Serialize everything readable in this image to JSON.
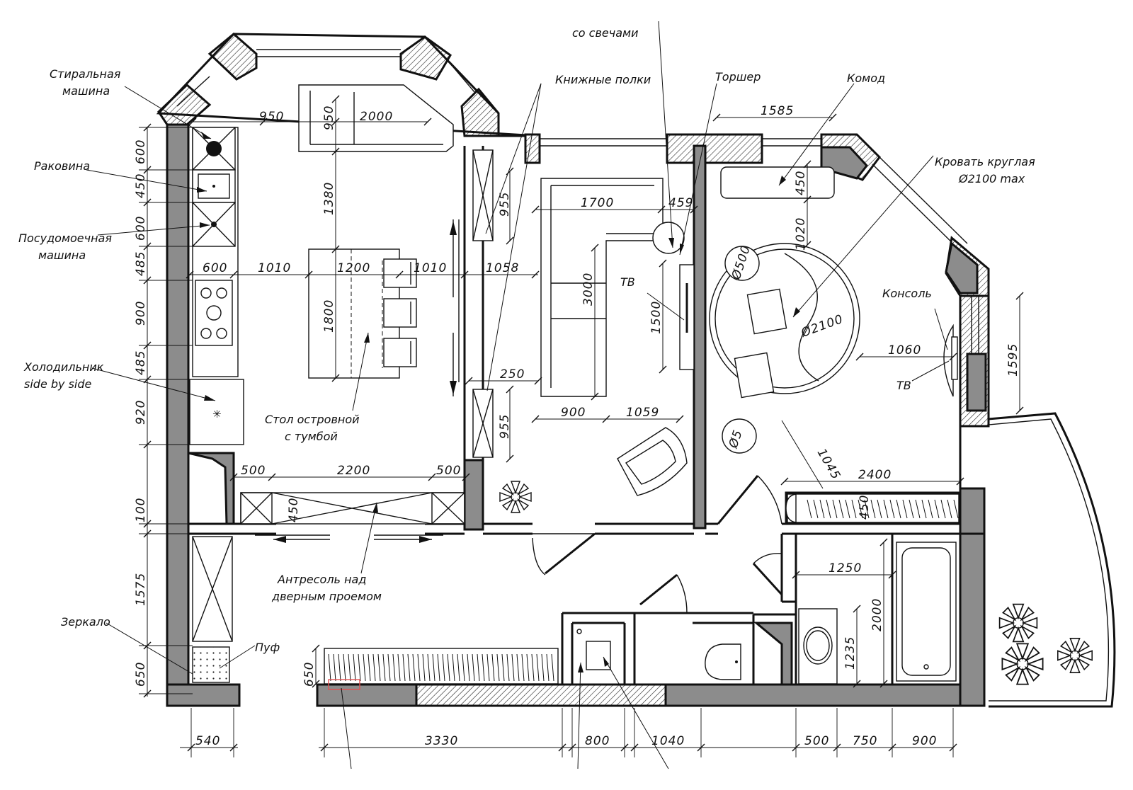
{
  "labels": {
    "washing_1": "Стиральная",
    "washing_2": "машина",
    "sink": "Раковина",
    "dishwasher_1": "Посудомоечная",
    "dishwasher_2": "машина",
    "fridge_1": "Холодильник",
    "fridge_2": "side by side",
    "island_1": "Стол островной",
    "island_2": "с тумбой",
    "mezz_1": "Антресоль над",
    "mezz_2": "дверным проемом",
    "mirror": "Зеркало",
    "pouf": "Пуф",
    "candles": "со свечами",
    "shelves": "Книжные полки",
    "floorlamp": "Торшер",
    "dresser": "Комод",
    "bed_1": "Кровать круглая",
    "bed_2": "Ø2100 max",
    "tv_living": "ТВ",
    "tv_bedroom": "ТВ",
    "console": "Консоль"
  },
  "dims": {
    "d950": "950",
    "d950v": "950",
    "d2000": "2000",
    "d1380": "1380",
    "d600a": "600",
    "d1010a": "1010",
    "d1200": "1200",
    "d1010b": "1010",
    "d1058": "1058",
    "d1800": "1800",
    "d500a": "500",
    "d2200": "2200",
    "d500b": "500",
    "d450k": "450",
    "d1700": "1700",
    "d459": "459",
    "d955a": "955",
    "d3000": "3000",
    "d1500": "1500",
    "d250": "250",
    "d955b": "955",
    "d900l": "900",
    "d1059": "1059",
    "d1585": "1585",
    "d450b": "450",
    "d1020": "1020",
    "dphi500a": "Ø500",
    "dphi2100": "Ø2100",
    "dphi500b": "Ø5",
    "d1060": "1060",
    "d1595": "1595",
    "d1045": "1045",
    "d2400": "2400",
    "d450w": "450",
    "d1250": "1250",
    "d2000b": "2000",
    "d1235": "1235",
    "v600a": "600",
    "v450": "450",
    "v600b": "600",
    "v485a": "485",
    "v900": "900",
    "v485b": "485",
    "v920": "920",
    "v100": "100",
    "v1575": "1575",
    "v650": "650",
    "v650b": "650",
    "b540": "540",
    "b3330": "3330",
    "b800": "800",
    "b1040": "1040",
    "b500": "500",
    "b750": "750",
    "b900": "900"
  }
}
